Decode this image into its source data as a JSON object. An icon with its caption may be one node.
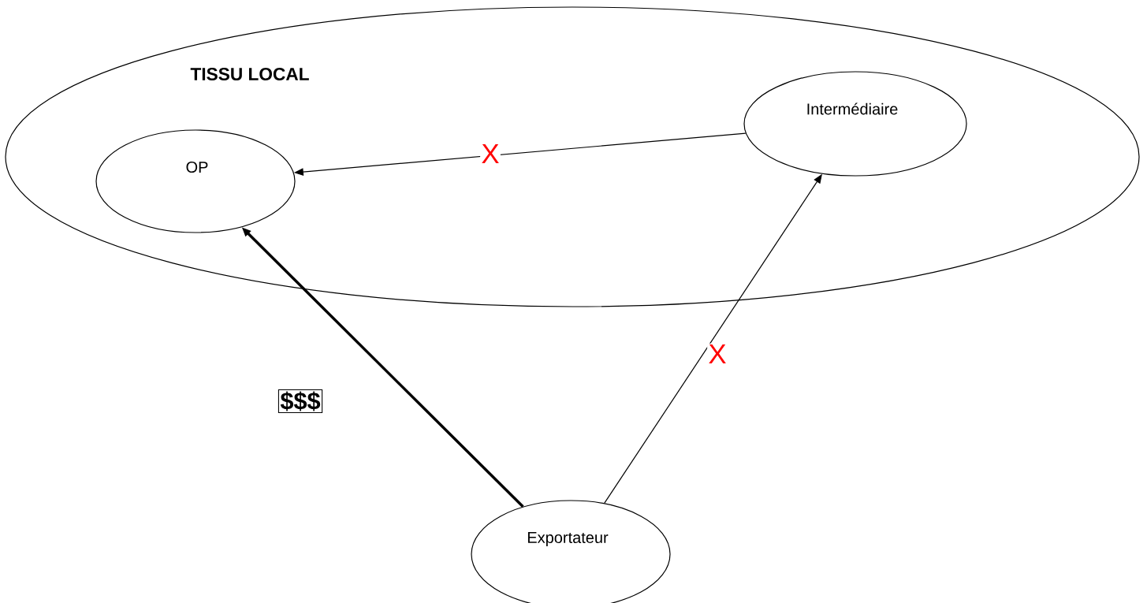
{
  "diagram": {
    "nodes": [
      {
        "text": [
          "TISSU LOCAL"
        ]
      },
      {
        "text": [
          "OP"
        ],
        "in": 0
      },
      {
        "text": [
          "Intermédiaire"
        ],
        "in": 0
      },
      {
        "text": [
          "Exportateur"
        ]
      }
    ],
    "edges": [
      {
        "from": 2,
        "to": 1,
        "arrow": "to",
        "label": "X"
      },
      {
        "from": 3,
        "to": 1,
        "arrow": "to",
        "style": "thick"
      },
      {
        "from": 3,
        "to": 2,
        "arrow": "to",
        "label": "X"
      }
    ],
    "labels": [
      "$$$"
    ]
  }
}
